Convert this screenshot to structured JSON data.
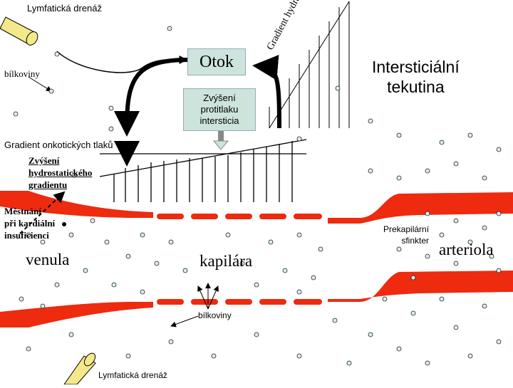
{
  "labels": {
    "lymph_top": "Lymfatická drenáž",
    "bilkoviny_left": "bílkoviny",
    "otok": "Otok",
    "zvyseni_protitlaku": "Zvýšení\nprotitlaku\nintersticia",
    "intersticialni": "Intersticiální\ntekutina",
    "gradient_hydro": "Gradient hydraulických tlaků",
    "gradient_onko": "Gradient onkotických tlaků",
    "zvyseni_hydro": "Zvýšení\nhydrostatického\ngradientu",
    "mestnani": "Městnání\npři kardiální\ninsuficienci",
    "venula": "venula",
    "kapilara": "kapilára",
    "arteriola": "arteriola",
    "prekapilarni": "Prekapilární\nsfinkter",
    "bilkoviny_bottom": "bílkoviny",
    "lymph_bottom": "Lymfatická drenáž"
  },
  "colors": {
    "vessel": "#ee2a0f",
    "box_fill": "#cde4dc",
    "lymph_tube": "#f4e98a",
    "particle_fill": "#d8eef4",
    "ink": "#000000"
  },
  "icons": {
    "lymph_vessel": "yellow-tube",
    "particle": "small-circle",
    "arrow": "arrow-down-up"
  }
}
